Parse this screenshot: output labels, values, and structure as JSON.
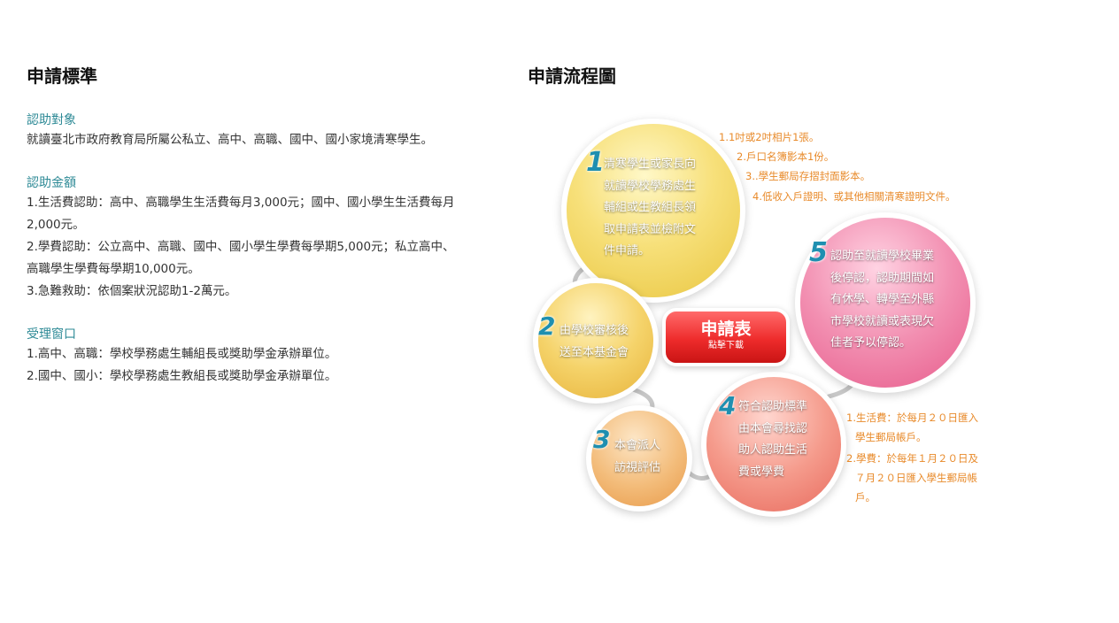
{
  "left": {
    "title": "申請標準",
    "sections": [
      {
        "title": "認助對象",
        "lines": [
          "就讀臺北市政府教育局所屬公私立、高中、高職、國中、國小家境清寒學生。"
        ]
      },
      {
        "title": "認助金額",
        "lines": [
          "1.生活費認助：高中、高職學生生活費每月3,000元；國中、國小學生生活費每月",
          "2,000元。",
          "2.學費認助：公立高中、高職、國中、國小學生學費每學期5,000元；私立高中、",
          "高職學生學費每學期10,000元。",
          "3.急難救助：依個案狀況認助1-2萬元。"
        ]
      },
      {
        "title": "受理窗口",
        "lines": [
          "1.高中、高職：學校學務處生輔組長或獎助學金承辦單位。",
          "2.國中、國小：學校學務處生教組長或獎助學金承辦單位。"
        ]
      }
    ]
  },
  "right": {
    "title": "申請流程圖",
    "steps": [
      {
        "number": "1",
        "lines": [
          "清寒學生或家長向",
          "就讀學校學務處生",
          "輔組或生教組長領",
          "取申請表並檢附文",
          "件申請。"
        ]
      },
      {
        "number": "2",
        "lines": [
          "由學校審核後",
          "送至本基金會"
        ]
      },
      {
        "number": "3",
        "lines": [
          "本會派人",
          "訪視評估"
        ]
      },
      {
        "number": "4",
        "lines": [
          "符合認助標準",
          "由本會尋找認",
          "助人認助生活",
          "費或學費"
        ]
      },
      {
        "number": "5",
        "lines": [
          "認助至就讀學校畢業",
          "後停認，認助期間如",
          "有休學、轉學至外縣",
          "市學校就讀或表現欠",
          "佳者予以停認。"
        ]
      }
    ],
    "documents_note": [
      "1.1吋或2吋相片1張。",
      "2.戶口名簿影本1份。",
      "3..學生郵局存摺封面影本。",
      "4.低收入戶證明、或其他相關清寒證明文件。"
    ],
    "payment_note": [
      "1.生活費：於每月２０日匯入",
      "學生郵局帳戶。",
      "2.學費：於每年１月２０日及",
      "７月２０日匯入學生郵局帳",
      "戶。"
    ],
    "form_button": {
      "label": "申請表",
      "sublabel": "點擊下載"
    }
  }
}
